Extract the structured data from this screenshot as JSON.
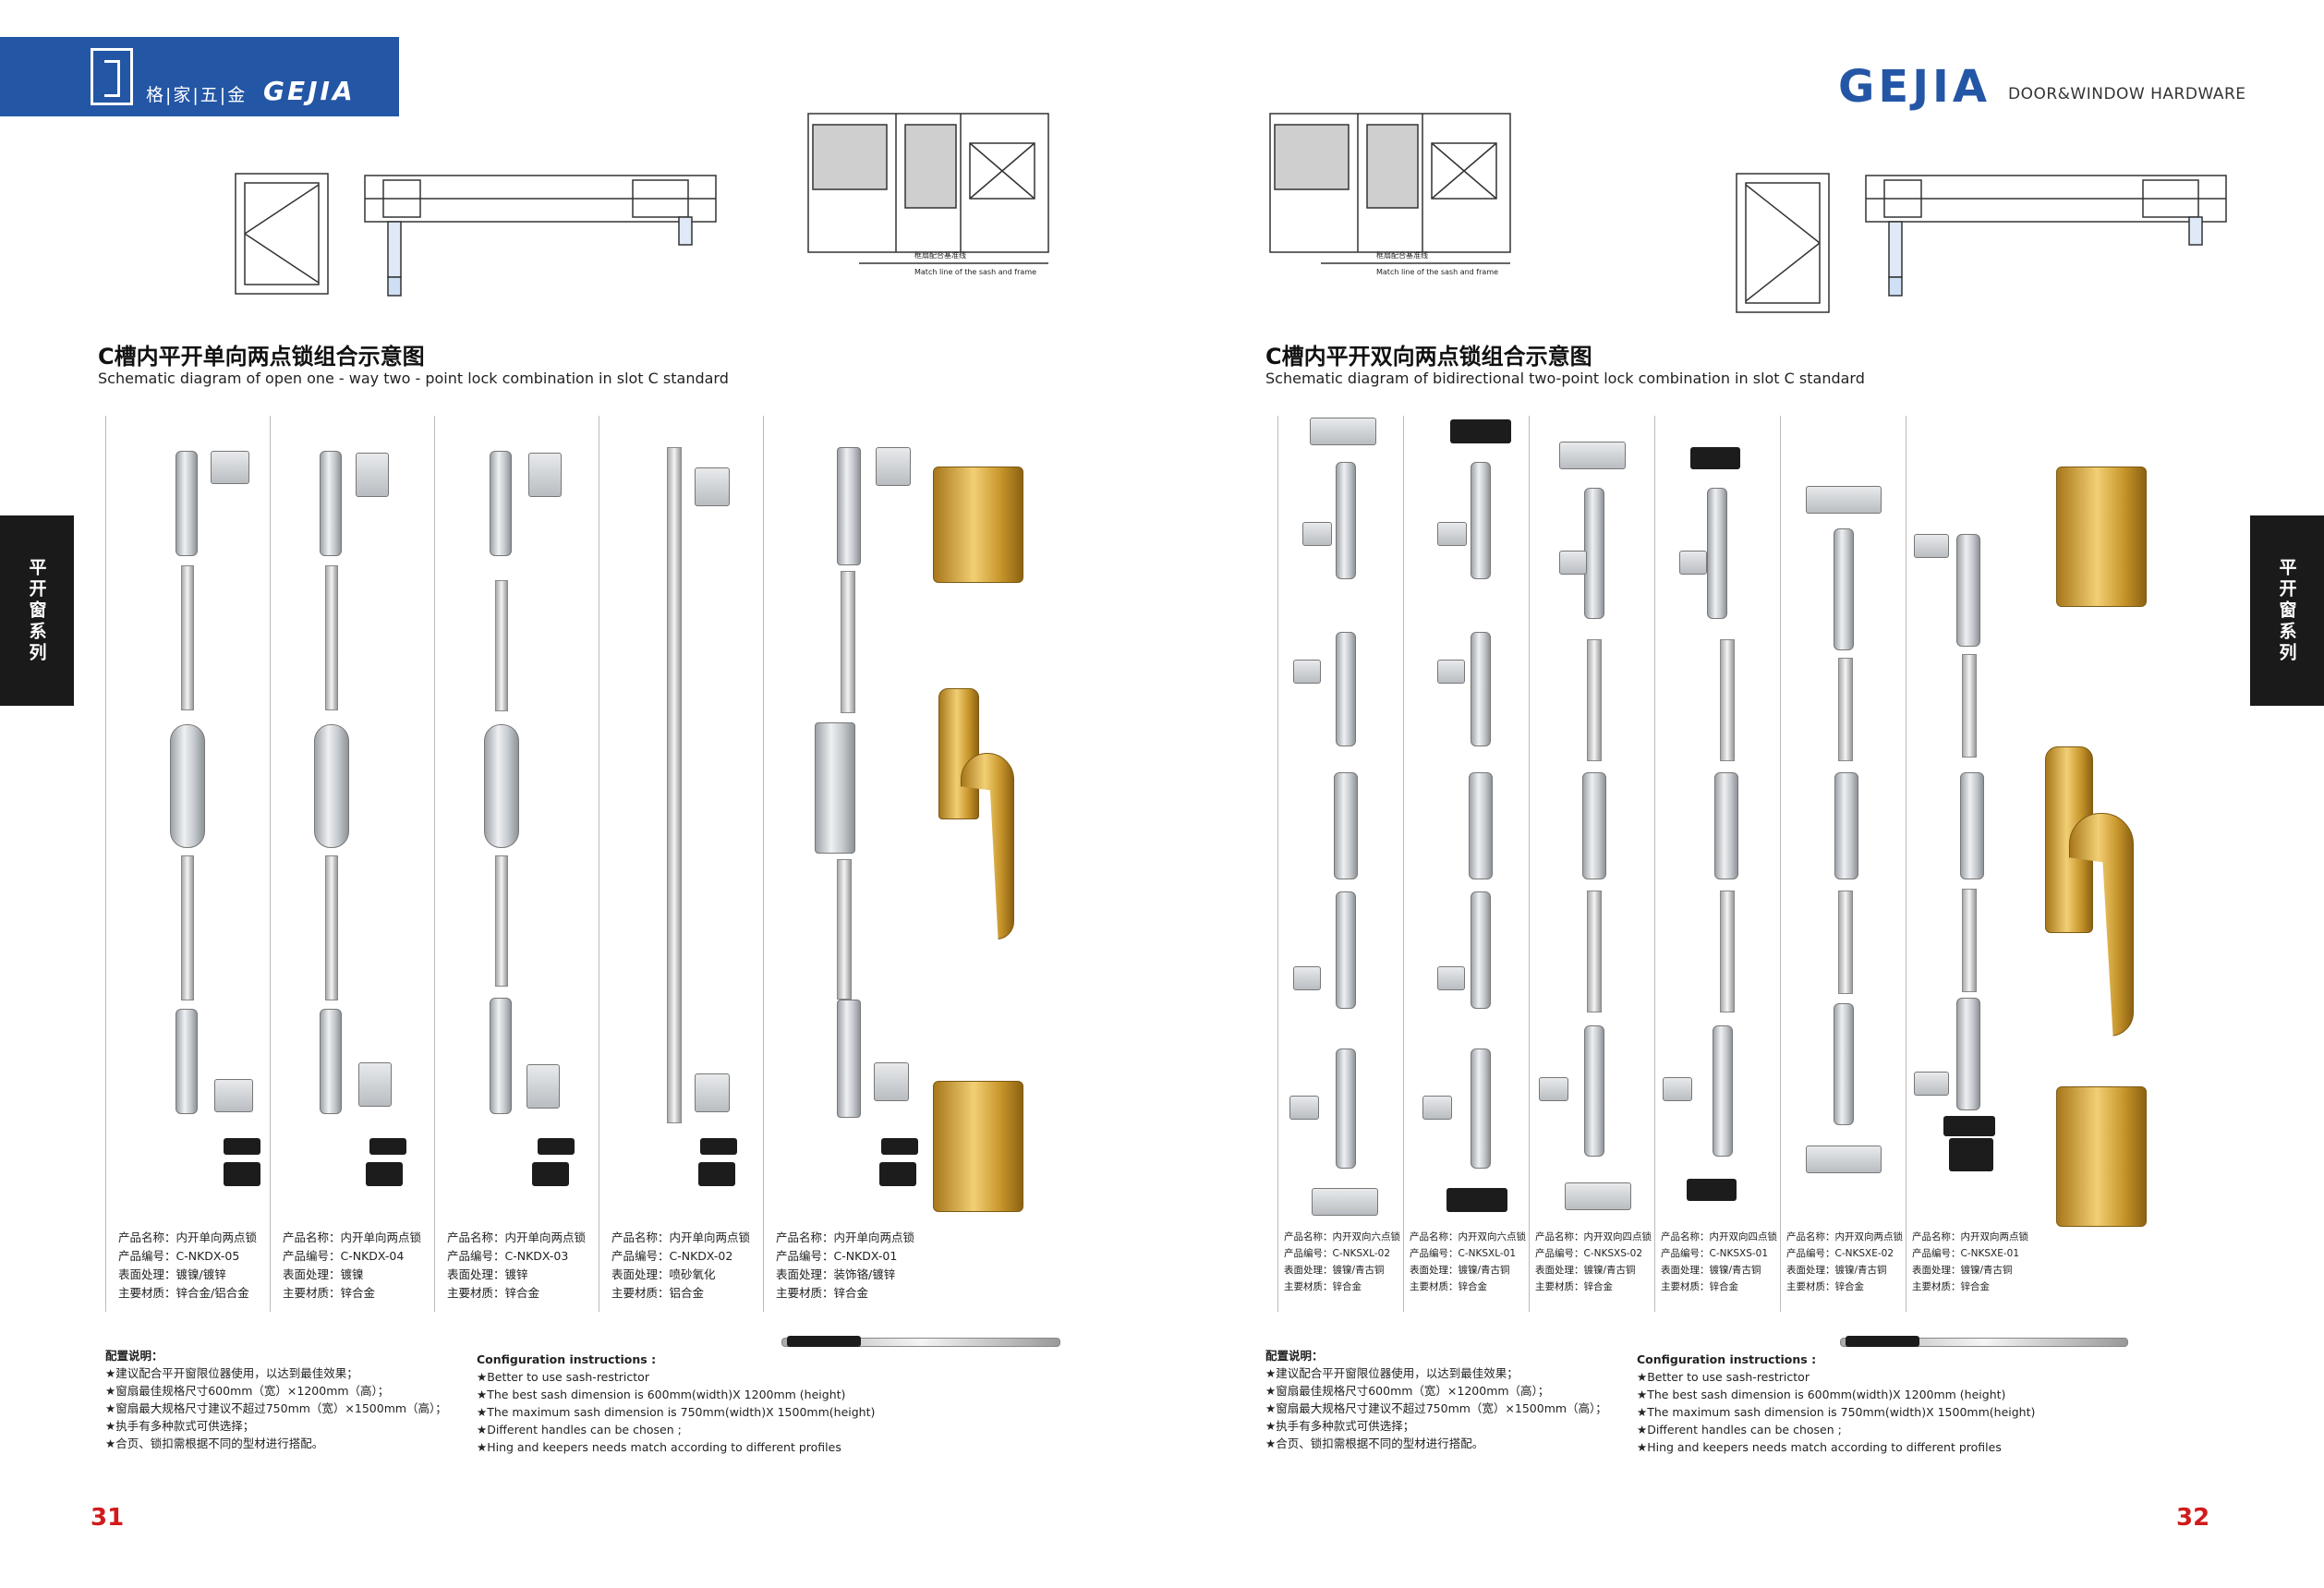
{
  "header_left": {
    "brand_cn": "格|家|五|金",
    "brand_en": "GEJIA"
  },
  "header_right": {
    "brand": "GEJIA",
    "tagline": "DOOR&WINDOW HARDWARE"
  },
  "side_tab": {
    "label": "平开窗系列"
  },
  "drawing": {
    "match_line_cn": "框扇配合基准线",
    "match_line_en": "Match line of the sash and frame"
  },
  "left_page": {
    "title_cn": "C槽内平开单向两点锁组合示意图",
    "title_en": "Schematic diagram of open one - way two - point lock combination in slot C standard",
    "products": [
      {
        "name": "产品名称：内开单向两点锁",
        "code": "产品编号：C-NKDX-05",
        "finish": "表面处理：镀镍/镀锌",
        "material": "主要材质：锌合金/铝合金"
      },
      {
        "name": "产品名称：内开单向两点锁",
        "code": "产品编号：C-NKDX-04",
        "finish": "表面处理：镀镍",
        "material": "主要材质：锌合金"
      },
      {
        "name": "产品名称：内开单向两点锁",
        "code": "产品编号：C-NKDX-03",
        "finish": "表面处理：镀锌",
        "material": "主要材质：锌合金"
      },
      {
        "name": "产品名称：内开单向两点锁",
        "code": "产品编号：C-NKDX-02",
        "finish": "表面处理：喷砂氧化",
        "material": "主要材质：铝合金"
      },
      {
        "name": "产品名称：内开单向两点锁",
        "code": "产品编号：C-NKDX-01",
        "finish": "表面处理：装饰铬/镀锌",
        "material": "主要材质：锌合金"
      }
    ],
    "notes_cn": {
      "heading": "配置说明：",
      "lines": [
        "★建议配合平开窗限位器使用，以达到最佳效果；",
        "★窗扇最佳规格尺寸600mm（宽）×1200mm（高）；",
        "★窗扇最大规格尺寸建议不超过750mm（宽）×1500mm（高）；",
        "★执手有多种款式可供选择；",
        "★合页、锁扣需根据不同的型材进行搭配。"
      ]
    },
    "notes_en": {
      "heading": "Configuration instructions :",
      "lines": [
        "★Better to use sash-restrictor",
        "★The best sash dimension is 600mm(width)X 1200mm (height)",
        "★The maximum sash dimension is 750mm(width)X 1500mm(height)",
        "★Different  handles can be chosen ;",
        "★Hing and keepers needs match according to different profiles"
      ]
    },
    "page_number": "31"
  },
  "right_page": {
    "title_cn": "C槽内平开双向两点锁组合示意图",
    "title_en": "Schematic diagram of bidirectional two-point lock combination in slot C standard",
    "products": [
      {
        "name": "产品名称：内开双向六点锁",
        "code": "产品编号：C-NKSXL-02",
        "finish": "表面处理：镀镍/青古铜",
        "material": "主要材质：锌合金"
      },
      {
        "name": "产品名称：内开双向六点锁",
        "code": "产品编号：C-NKSXL-01",
        "finish": "表面处理：镀镍/青古铜",
        "material": "主要材质：锌合金"
      },
      {
        "name": "产品名称：内开双向四点锁",
        "code": "产品编号：C-NKSXS-02",
        "finish": "表面处理：镀镍/青古铜",
        "material": "主要材质：锌合金"
      },
      {
        "name": "产品名称：内开双向四点锁",
        "code": "产品编号：C-NKSXS-01",
        "finish": "表面处理：镀镍/青古铜",
        "material": "主要材质：锌合金"
      },
      {
        "name": "产品名称：内开双向两点锁",
        "code": "产品编号：C-NKSXE-02",
        "finish": "表面处理：镀镍/青古铜",
        "material": "主要材质：锌合金"
      },
      {
        "name": "产品名称：内开双向两点锁",
        "code": "产品编号：C-NKSXE-01",
        "finish": "表面处理：镀镍/青古铜",
        "material": "主要材质：锌合金"
      }
    ],
    "notes_cn": {
      "heading": "配置说明：",
      "lines": [
        "★建议配合平开窗限位器使用，以达到最佳效果；",
        "★窗扇最佳规格尺寸600mm（宽）×1200mm（高）；",
        "★窗扇最大规格尺寸建议不超过750mm（宽）×1500mm（高）；",
        "★执手有多种款式可供选择；",
        "★合页、锁扣需根据不同的型材进行搭配。"
      ]
    },
    "notes_en": {
      "heading": "Configuration instructions :",
      "lines": [
        "★Better to use sash-restrictor",
        "★The best sash dimension is 600mm(width)X 1200mm (height)",
        "★The maximum sash dimension is 750mm(width)X 1500mm(height)",
        "★Different  handles can be chosen ;",
        "★Hing and keepers needs match according to different profiles"
      ]
    },
    "page_number": "32"
  }
}
